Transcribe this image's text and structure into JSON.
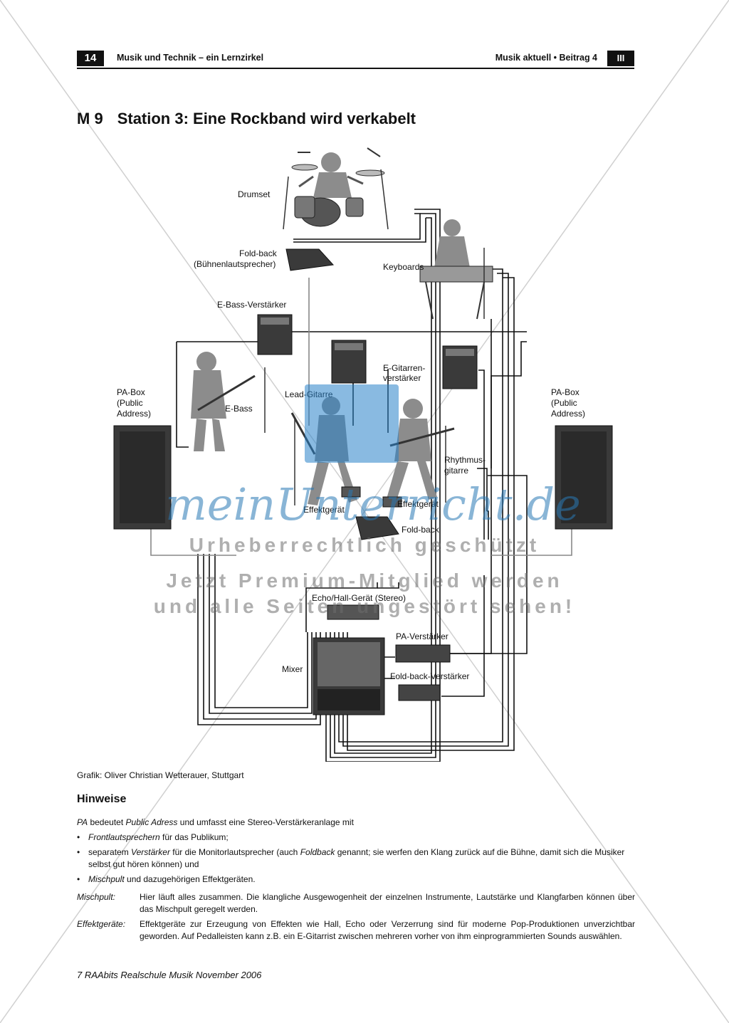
{
  "header": {
    "page_number": "14",
    "left_title": "Musik und Technik – ein Lernzirkel",
    "right_title": "Musik aktuell • Beitrag 4",
    "section_badge": "III"
  },
  "title": {
    "number": "M 9",
    "text": "Station 3: Eine Rockband wird verkabelt"
  },
  "diagram": {
    "labels": {
      "drumset": "Drumset",
      "foldback_1": "Fold-back",
      "foldback_2": "(Bühnenlautsprecher)",
      "keyboards": "Keyboards",
      "ebass_amp": "E-Bass-Verstärker",
      "egit_amp_1": "E-Gitarren-",
      "egit_amp_2": "verstärker",
      "pa_left_1": "PA-Box",
      "pa_left_2": "(Public",
      "pa_left_3": "Address)",
      "pa_right_1": "PA-Box",
      "pa_right_2": "(Public",
      "pa_right_3": "Address)",
      "ebass": "E-Bass",
      "lead_guitar": "Lead-Gitarre",
      "rhythm_1": "Rhythmus-",
      "rhythm_2": "gitarre",
      "effect_left": "Effektgerät",
      "effect_right": "Effektgerät",
      "foldback_stage": "Fold-back",
      "echo": "Echo/Hall-Gerät (Stereo)",
      "mixer": "Mixer",
      "pa_amp": "PA-Verstärker",
      "foldback_amp": "Fold-back-Verstärker"
    }
  },
  "credit": "Grafik: Oliver Christian Wetterauer, Stuttgart",
  "hinweise": {
    "heading": "Hinweise",
    "intro_term": "PA",
    "intro_mid": " bedeutet ",
    "intro_term2": "Public Adress",
    "intro_rest": " und umfasst eine Stereo-Verstärkeranlage mit",
    "bullets": [
      {
        "em": "Frontlautsprechern",
        "rest": " für das Publikum;"
      },
      {
        "pre": "separatem ",
        "em": "Verstärker",
        "mid": " für die Monitorlautsprecher (auch ",
        "em2": "Foldback",
        "rest": " genannt; sie werfen den Klang zurück auf die Bühne, damit sich die Musiker selbst gut hören können) und"
      },
      {
        "em": "Mischpult",
        "rest": " und dazugehörigen Effektgeräten."
      }
    ],
    "definitions": [
      {
        "term": "Mischpult:",
        "text": "Hier läuft alles zusammen. Die klangliche Ausgewogenheit der einzelnen Instrumente, Lautstärke und Klangfarben können über das Mischpult geregelt werden."
      },
      {
        "term": "Effektgeräte:",
        "text": "Effektgeräte zur Erzeugung von Effekten wie Hall, Echo oder Verzerrung sind für moderne Pop-Produktionen unverzichtbar geworden. Auf Pedalleisten kann z.B. ein E-Gitarrist zwischen mehreren vorher von ihm einprogrammierten Sounds auswählen."
      }
    ]
  },
  "footer": "7 RAAbits Realschule Musik November 2006",
  "watermark": {
    "script": "meinUnterricht.de",
    "line1": "Urheberrechtlich geschützt",
    "line2": "Jetzt Premium-Mitglied werden",
    "line3": "und alle Seiten ungestört sehen!"
  },
  "colors": {
    "watermark_blue": "#2882c8",
    "device_fill": "#3a3a3a",
    "figure_fill": "#8c8c8c"
  }
}
